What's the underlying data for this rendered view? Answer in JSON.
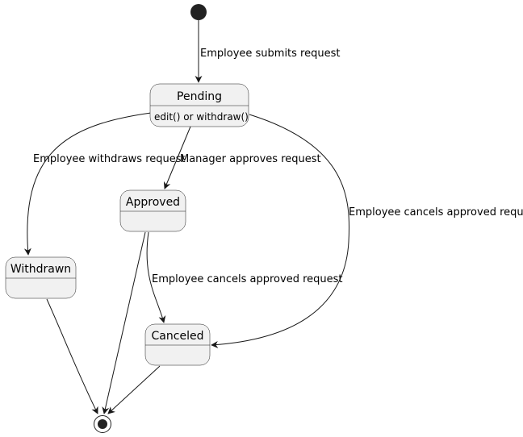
{
  "diagram": {
    "states": {
      "pending": {
        "name": "Pending",
        "action": "edit() or withdraw()"
      },
      "approved": {
        "name": "Approved"
      },
      "withdrawn": {
        "name": "Withdrawn"
      },
      "canceled": {
        "name": "Canceled"
      }
    },
    "transitions": {
      "submit": "Employee submits request",
      "withdraw": "Employee withdraws request",
      "approve": "Manager approves request",
      "cancel_from_approved": "Employee cancels approved request",
      "cancel_from_pending": "Employee cancels approved request"
    }
  },
  "colors": {
    "state_fill": "#f1f1f1",
    "stroke": "#181818"
  }
}
